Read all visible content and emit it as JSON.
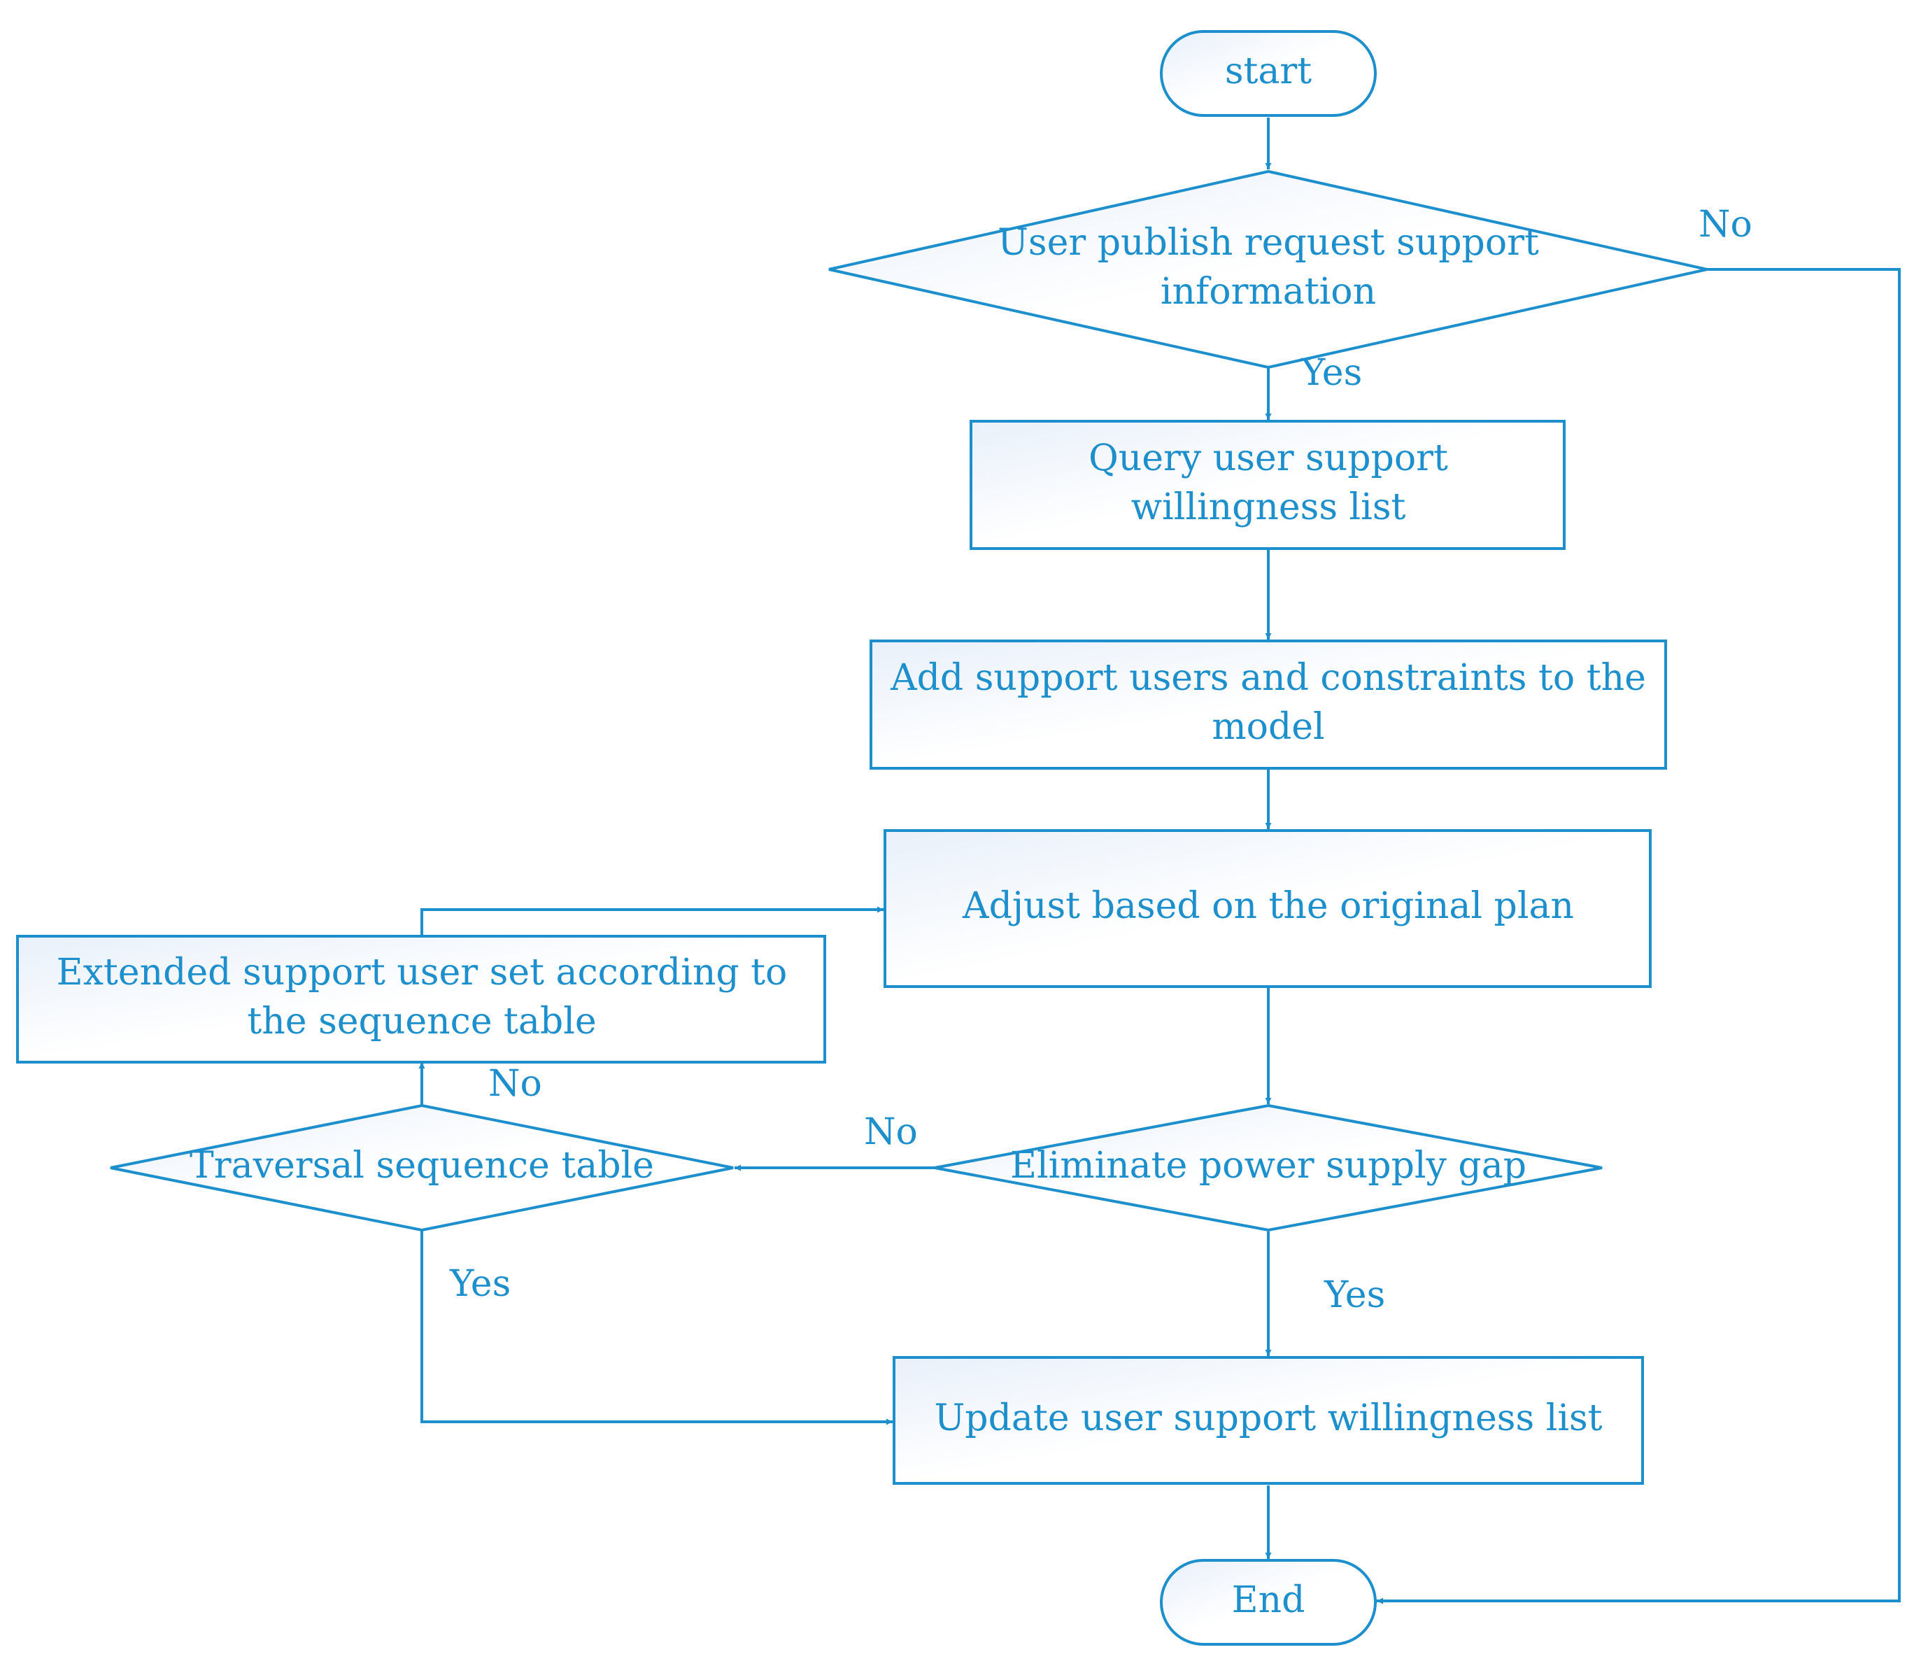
{
  "nodes": {
    "start": [
      "start"
    ],
    "d_publish": [
      "User publish request support",
      "information"
    ],
    "p_query": [
      "Query user support",
      "willingness list"
    ],
    "p_add": [
      "Add support users and constraints to the",
      "model"
    ],
    "p_adjust": [
      "Adjust based on the original plan"
    ],
    "d_gap": [
      "Eliminate power supply gap"
    ],
    "d_traverse": [
      "Traversal sequence table"
    ],
    "p_extend": [
      "Extended support user set according to",
      "the sequence table"
    ],
    "p_update": [
      "Update user support willingness list"
    ],
    "end": [
      "End"
    ]
  },
  "edge_labels": {
    "publish_no": "No",
    "publish_yes": "Yes",
    "gap_no": "No",
    "gap_yes": "Yes",
    "traverse_no": "No",
    "traverse_yes": "Yes"
  }
}
